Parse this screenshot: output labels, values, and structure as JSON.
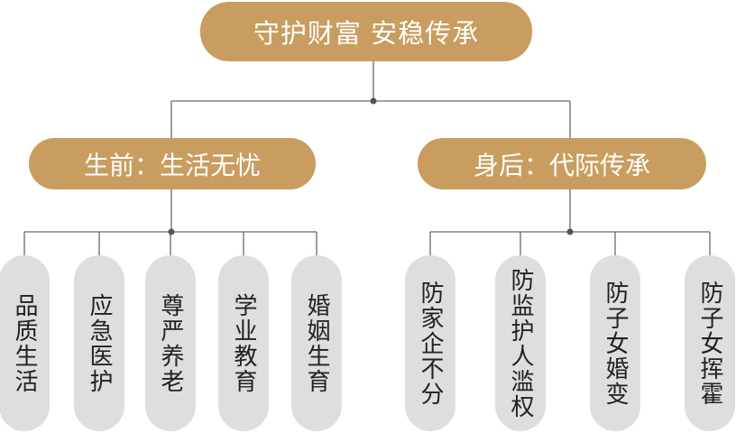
{
  "root": {
    "label": "守护财富  安稳传承"
  },
  "branches": [
    {
      "label": "生前：生活无忧",
      "leaves": [
        "品质生活",
        "应急医护",
        "尊严养老",
        "学业教育",
        "婚姻生育"
      ]
    },
    {
      "label": "身后：代际传承",
      "leaves": [
        "防家企不分",
        "防监护人滥权",
        "防子女婚变",
        "防子女挥霍"
      ]
    }
  ],
  "colors": {
    "gold": "#C89D5F",
    "pill": "#DEDEDE",
    "line": "#666666"
  }
}
